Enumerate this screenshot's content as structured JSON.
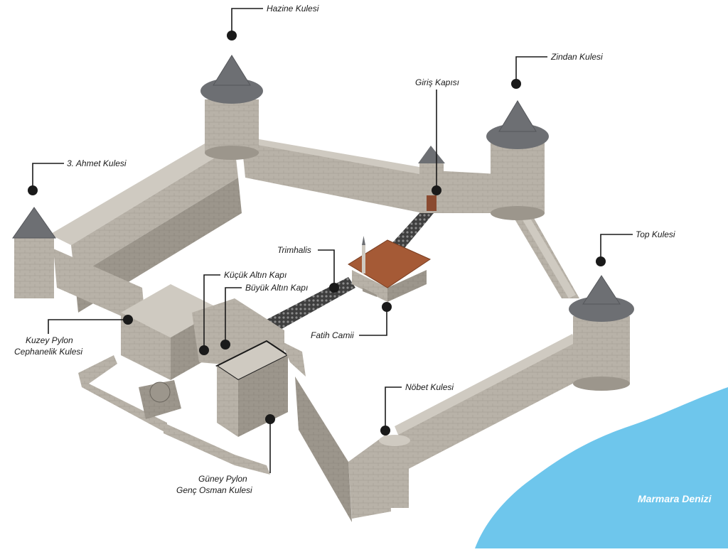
{
  "colors": {
    "sea": "#6ec6ec",
    "wall": "#b8b2a8",
    "wall_dark": "#9a948a",
    "wall_light": "#cfcac1",
    "roof_slate": "#6d6f73",
    "roof_tile": "#a55a36",
    "merlon_trim": "#b0613e",
    "road": "#4a4a4a",
    "label": "#1a1a1a"
  },
  "labels": {
    "hazine": "Hazine Kulesi",
    "zindan": "Zindan Kulesi",
    "giris": "Giriş Kapısı",
    "ahmet": "3. Ahmet Kulesi",
    "top": "Top Kulesi",
    "trimhalis": "Trimhalis",
    "kucuk": "Küçük Altın Kapı",
    "buyuk": "Büyük Altın Kapı",
    "kuzey1": "Kuzey Pylon",
    "kuzey2": "Cephanelik Kulesi",
    "fatih": "Fatih Camii",
    "nobet": "Nöbet Kulesi",
    "guney1": "Güney Pylon",
    "guney2": "Genç Osman Kulesi",
    "sea": "Marmara Denizi"
  },
  "icons": {
    "callout_marker": "filled-circle-marker"
  }
}
